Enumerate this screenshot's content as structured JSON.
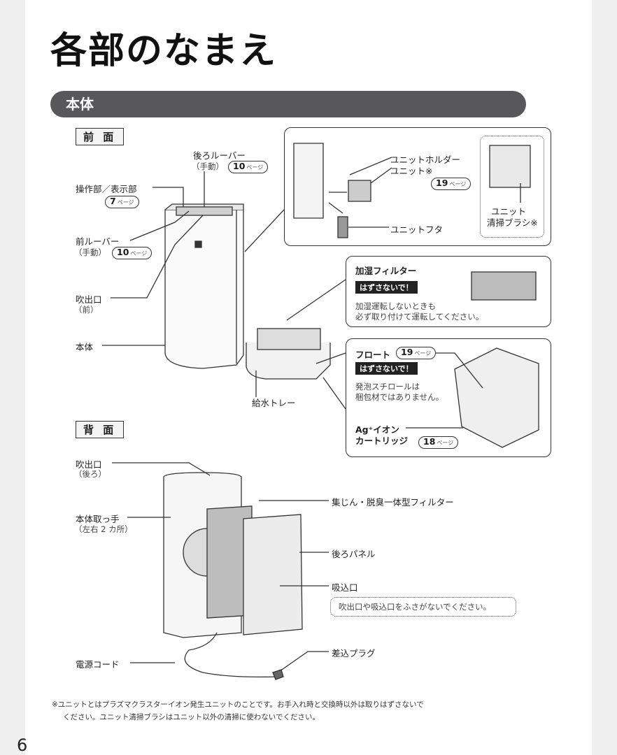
{
  "page": {
    "title": "各部のなまえ",
    "section": "本体",
    "page_number": "6"
  },
  "front": {
    "heading": "前 面",
    "rear_louver": "後ろルーバー",
    "rear_louver_sub": "（手動）",
    "rear_louver_page": "10",
    "control_panel": "操作部／表示部",
    "control_panel_page": "7",
    "front_louver": "前ルーバー",
    "front_louver_sub": "（手動）",
    "front_louver_page": "10",
    "outlet": "吹出口",
    "outlet_sub": "（前）",
    "body": "本体",
    "water_tray": "給水トレー"
  },
  "unit_panel": {
    "holder": "ユニットホルダー",
    "unit": "ユニット※",
    "unit_page": "19",
    "unit_cover": "ユニットフタ",
    "brush_line1": "ユニット",
    "brush_line2": "清掃ブラシ※"
  },
  "humid_panel": {
    "title": "加湿フィルター",
    "warning": "はずさないで！",
    "note_line1": "加湿運転しないときも",
    "note_line2": "必ず取り付けて運転してください。"
  },
  "float_panel": {
    "float": "フロート",
    "float_page": "19",
    "warning": "はずさないで！",
    "note_line1": "発泡スチロールは",
    "note_line2": "梱包材ではありません。",
    "ag_line1": "Ag⁺イオン",
    "ag_line2": "カートリッジ",
    "ag_page": "18"
  },
  "back": {
    "heading": "背 面",
    "outlet": "吹出口",
    "outlet_sub": "（後ろ）",
    "handle": "本体取っ手",
    "handle_sub": "（左右 2 カ所）",
    "filter": "集じん・脱臭一体型フィルター",
    "rear_panel": "後ろパネル",
    "inlet": "吸込口",
    "inlet_note": "吹出口や吸込口をふさがないでください。",
    "plug": "差込プラグ",
    "cord": "電源コード"
  },
  "page_suffix": "ページ",
  "footnote": {
    "line1": "※ユニットとはプラズマクラスターイオン発生ユニットのことです。お手入れ時と交換時以外は取りはずさないで",
    "line2": "ください。ユニット清掃ブラシはユニット以外の清掃に使わないでください。"
  },
  "colors": {
    "section_bar": "#58585a",
    "warning_bg": "#222222",
    "line": "#333333"
  }
}
